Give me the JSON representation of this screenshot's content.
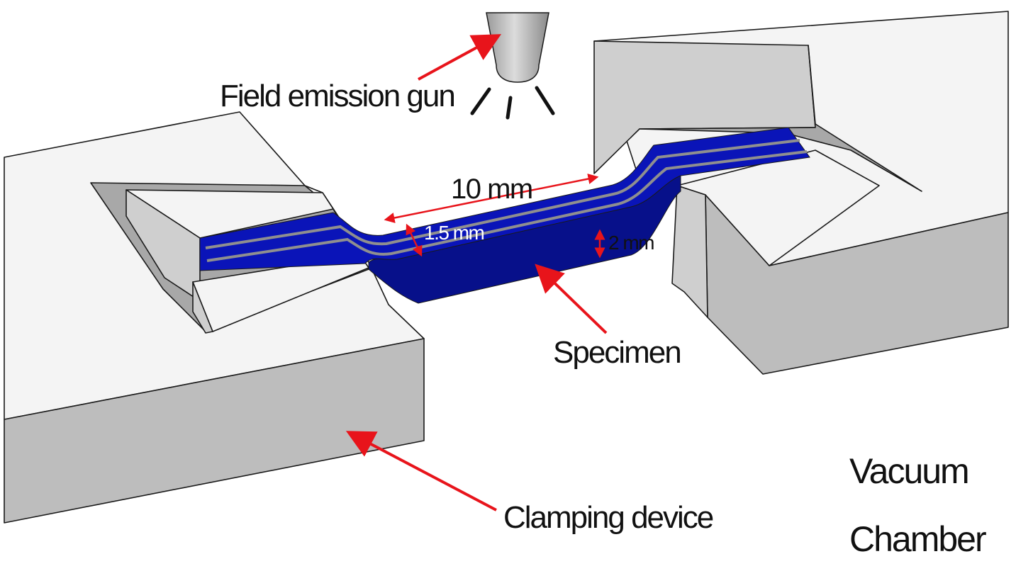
{
  "labels": {
    "field_emission_gun": "Field emission gun",
    "specimen": "Specimen",
    "clamping_device": "Clamping device",
    "vacuum": "Vacuum",
    "chamber": "Chamber"
  },
  "dimensions": {
    "gauge_length": "10 mm",
    "thickness": "1.5 mm",
    "width": "2 mm"
  },
  "colors": {
    "specimen": "#0a14b8",
    "specimen_dark": "#07108a",
    "clamp": "#d9d9d9",
    "arrow": "#e8141b",
    "text": "#111111"
  }
}
